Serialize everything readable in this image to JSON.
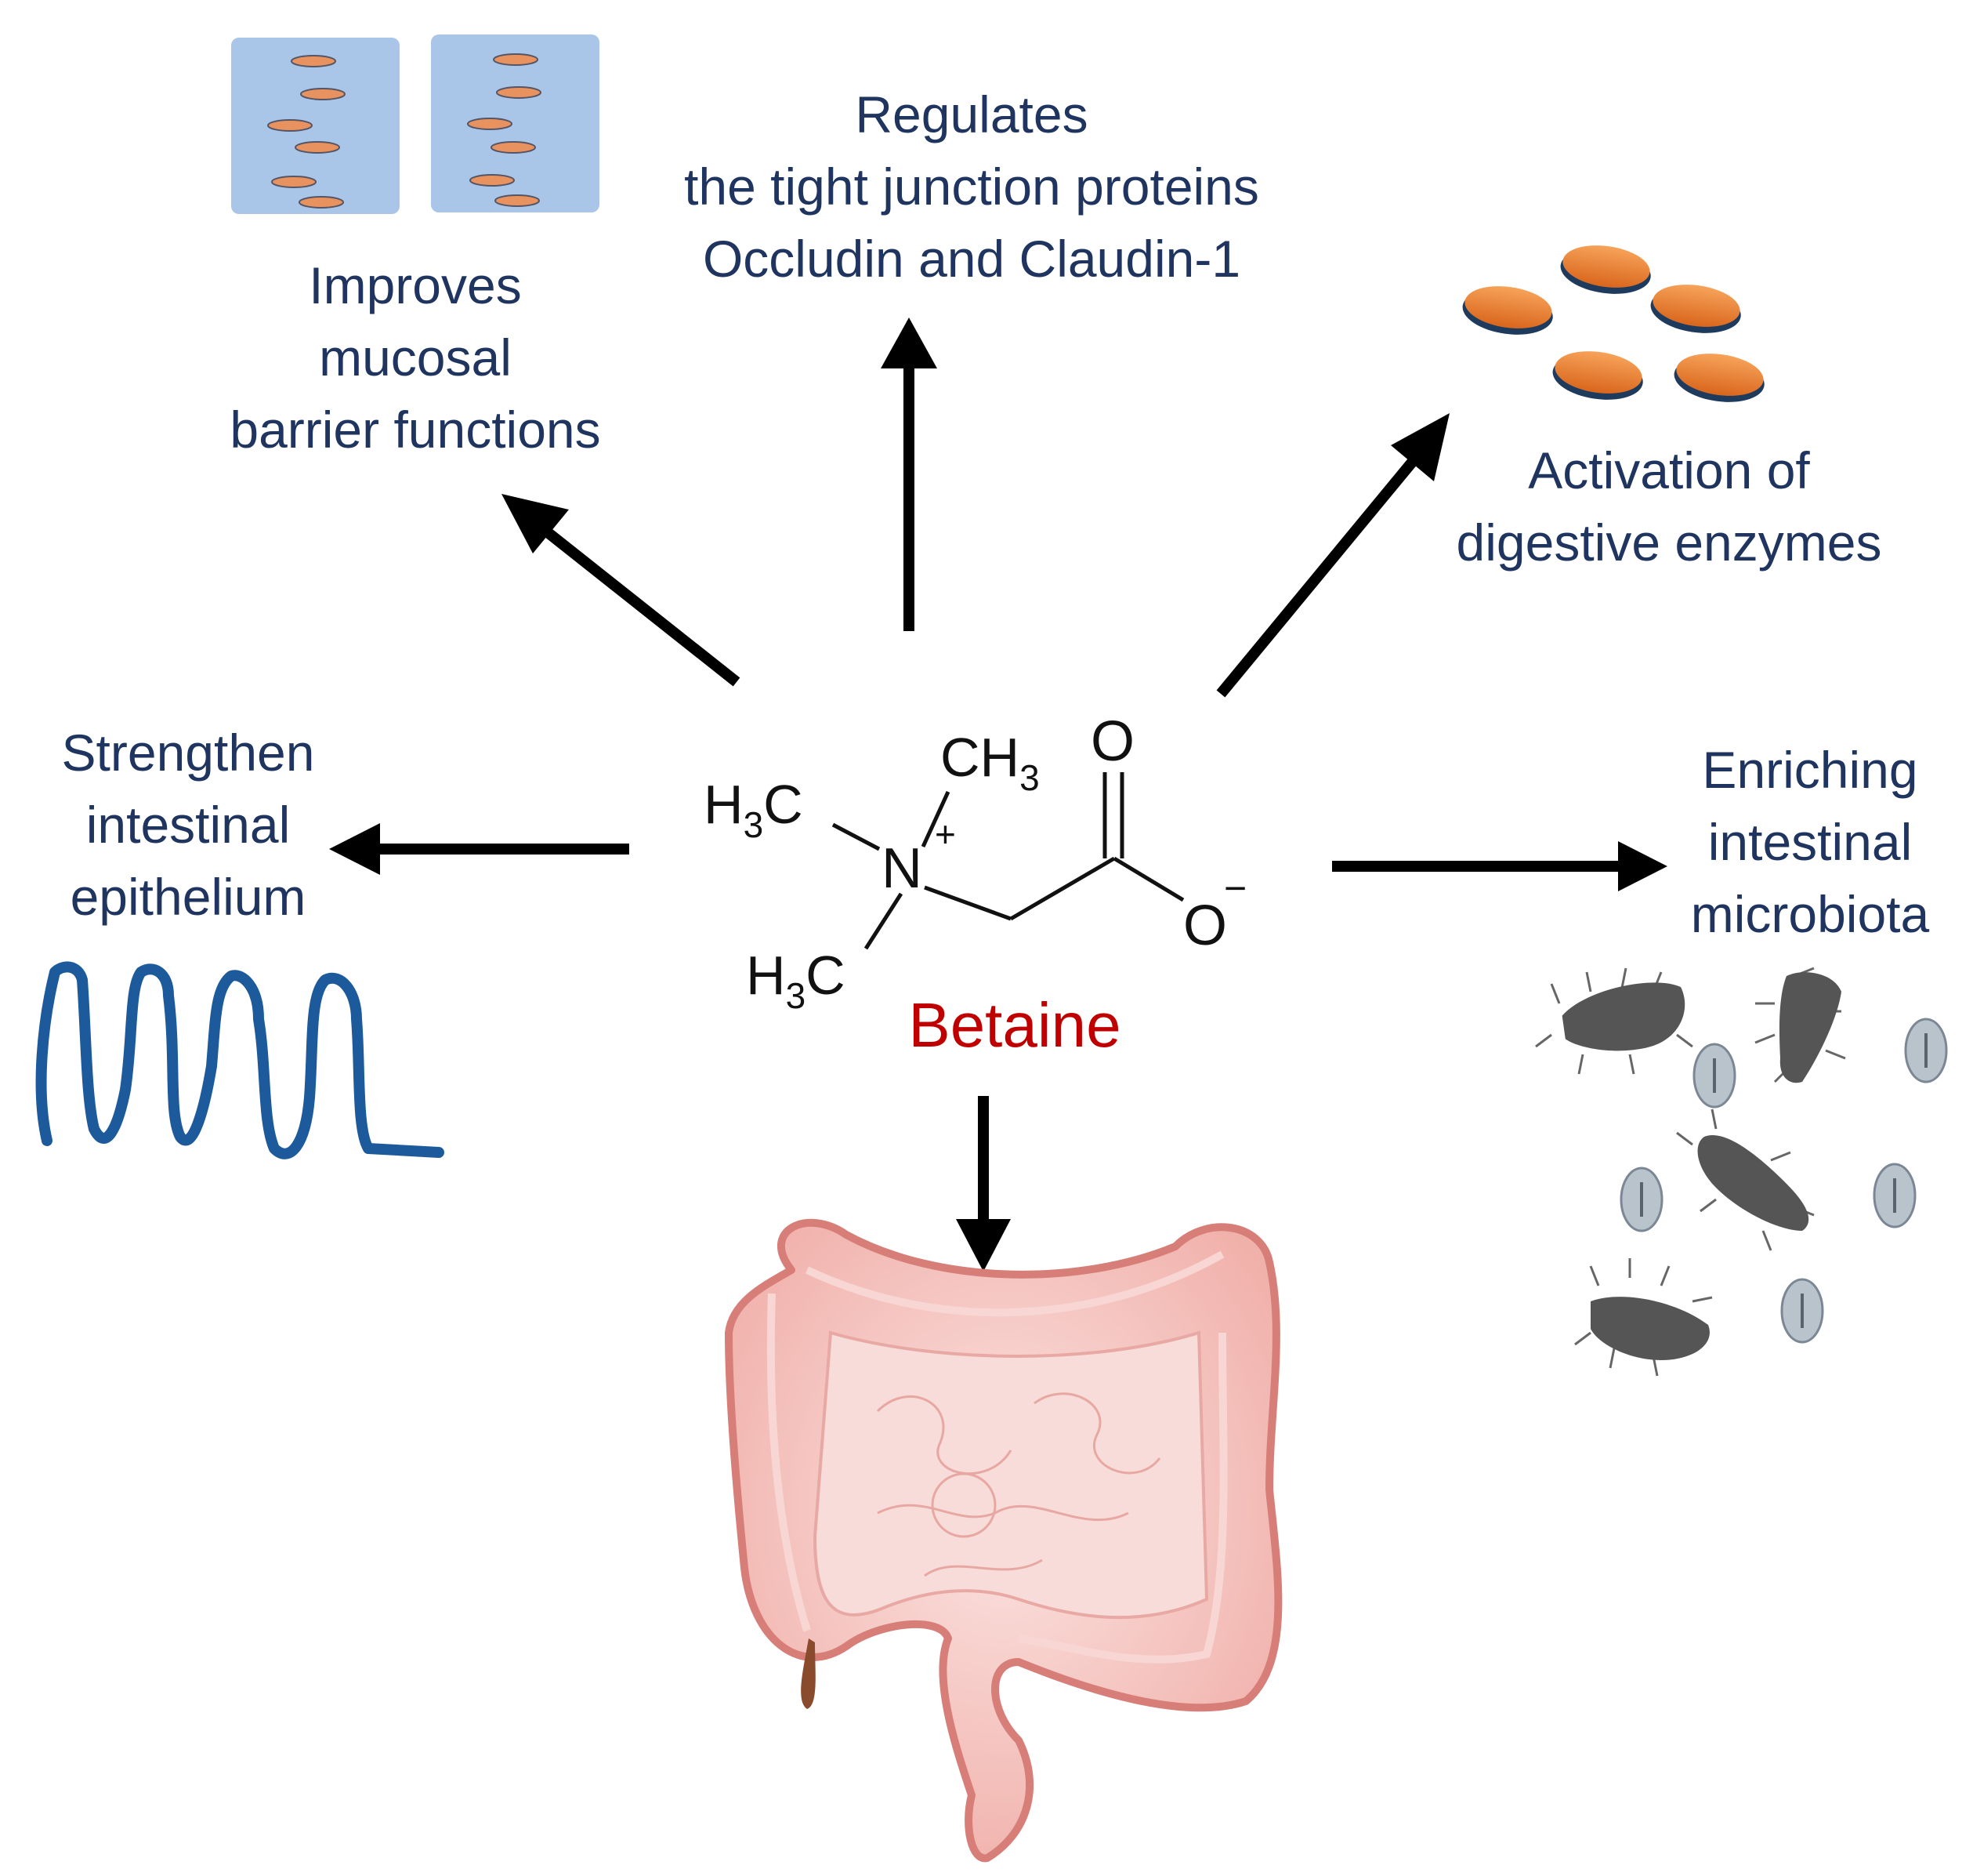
{
  "labels": {
    "mucosal": [
      "Improves",
      "mucosal",
      "barrier functions"
    ],
    "tight_junction": [
      "Regulates",
      "the tight junction proteins",
      "Occludin and Claudin-1"
    ],
    "enzymes": [
      "Activation of",
      "digestive enzymes"
    ],
    "epithelium": [
      "Strengthen",
      "intestinal",
      "epithelium"
    ],
    "microbiota": [
      "Enriching",
      "intestinal",
      "microbiota"
    ]
  },
  "molecule": {
    "name": "Betaine",
    "name_color": "#c00000",
    "formula_parts": {
      "h3c_top": "H",
      "h3c_bottom": "H",
      "sub3": "3",
      "c": "C",
      "ch": "CH",
      "n": "N",
      "plus": "+",
      "o_top": "O",
      "o_minus": "O",
      "minus": "−"
    }
  },
  "colors": {
    "label_text": "#1f3560",
    "arrow": "#000000",
    "epithelium_line": "#1d5a9c",
    "enzyme_orange": "#e87a2c",
    "bacteria_dark": "#555555",
    "colon_pink": "#f2b3ae"
  },
  "icons": [
    "tight-junction-icon",
    "enzyme-icon",
    "epithelium-wave-icon",
    "bacteria-icon",
    "intestine-icon"
  ]
}
